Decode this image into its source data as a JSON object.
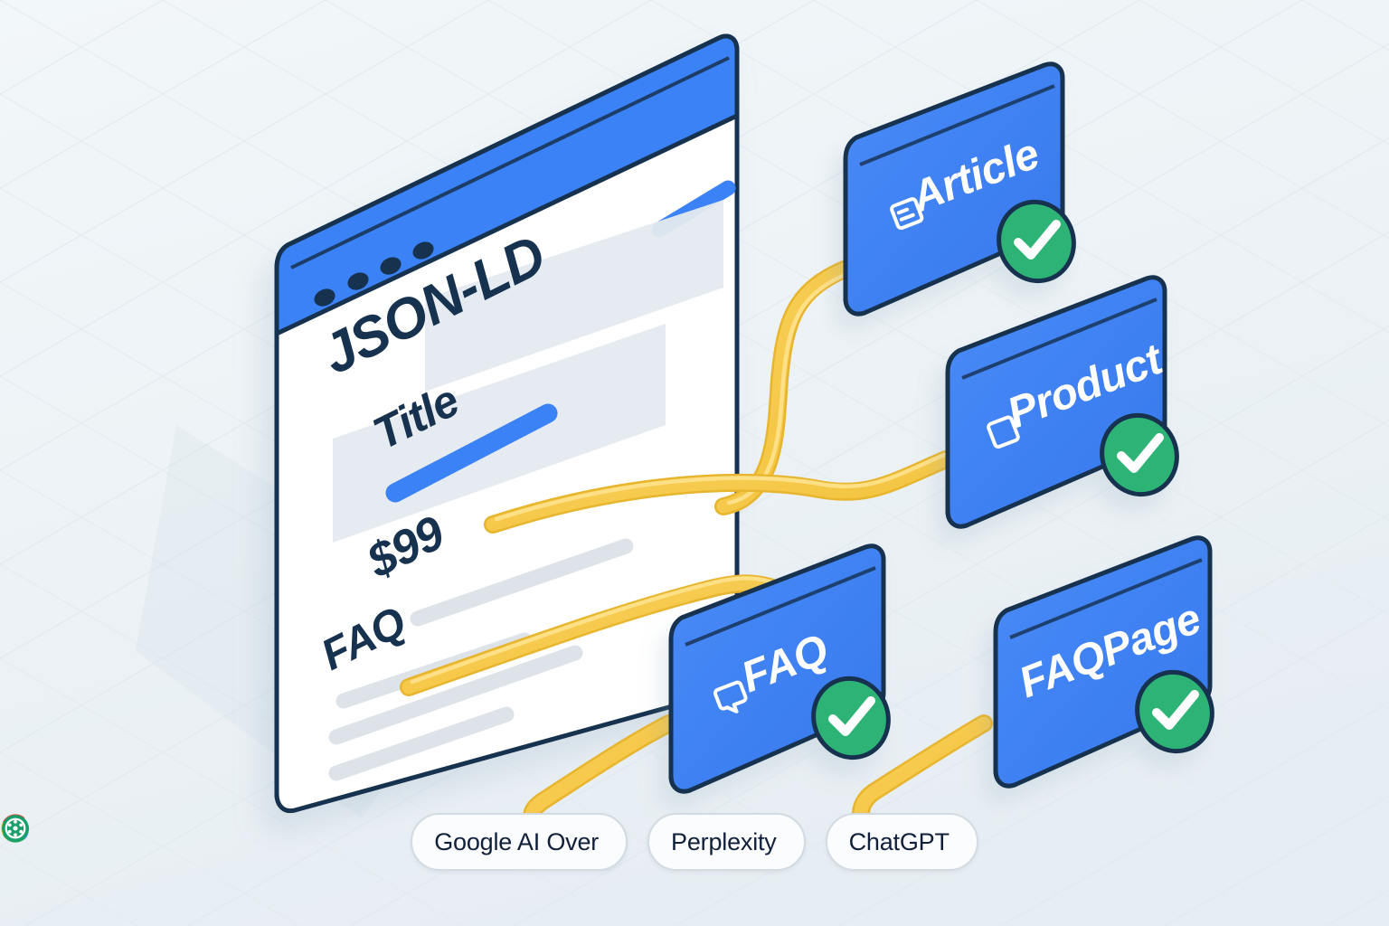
{
  "theme": {
    "background": "#edf3f6",
    "card_blue": "#3b82f6",
    "card_blue_side": "#2f6fd9",
    "outline_navy": "#16304f",
    "check_green": "#2fb377",
    "connector_yellow": "#f6cb4a",
    "connector_yellow_light": "#ffe08a",
    "text_navy": "#16304f",
    "pill_border": "#d3dbe2",
    "pill_bg": "#fbfcfd",
    "placeholder_grey": "#dde3e9"
  },
  "browser": {
    "name": "browser-window",
    "titlebar_dots": 4,
    "heading": "JSON-LD",
    "fields": [
      {
        "label": "Title",
        "value_bar": "blue"
      },
      {
        "label": "$99",
        "value_bar": "grey"
      },
      {
        "label": "FAQ",
        "value_bar": "grey"
      }
    ],
    "accent_line": "blue-underline"
  },
  "schema_cards": [
    {
      "id": "article",
      "label": "Article",
      "icon": "article-doc-icon",
      "status": "valid",
      "check": "✓"
    },
    {
      "id": "product",
      "label": "Product",
      "icon": "product-box-icon",
      "status": "valid",
      "check": "✓"
    },
    {
      "id": "faq",
      "label": "FAQ",
      "icon": "faq-speech-bubble-icon",
      "status": "valid",
      "check": "✓"
    },
    {
      "id": "faqpage",
      "label": "FAQPage",
      "icon": null,
      "status": "valid",
      "check": "✓"
    }
  ],
  "consumers": [
    {
      "id": "google-ai-overview",
      "label": "Google AI Over",
      "icon": "google-g-icon"
    },
    {
      "id": "perplexity",
      "label": "Perplexity",
      "icon": "perplexity-icon"
    },
    {
      "id": "chatgpt",
      "label": "ChatGPT",
      "icon": "chatgpt-icon"
    }
  ]
}
